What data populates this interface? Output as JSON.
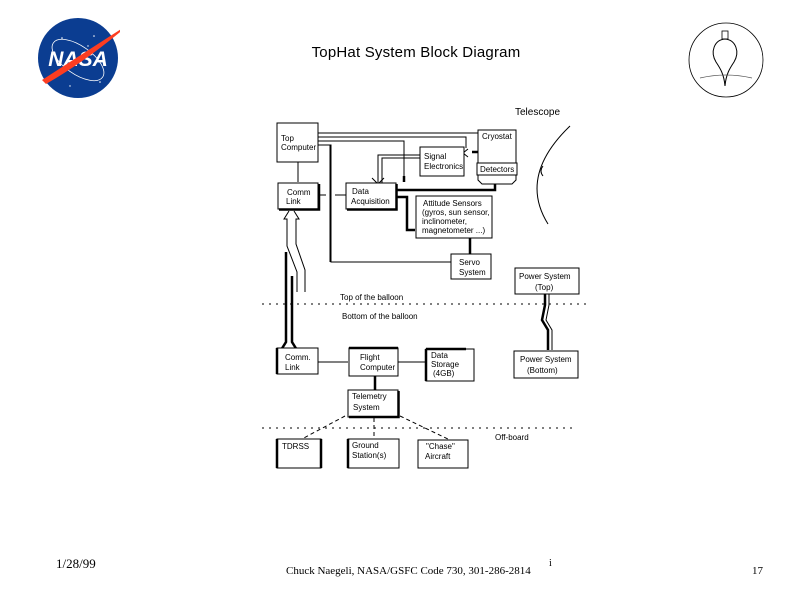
{
  "slide": {
    "title": "TopHat System Block Diagram"
  },
  "logos": {
    "left": {
      "name": "NASA",
      "text": "NASA",
      "colors": {
        "circle": "#0b3d91",
        "swoosh": "#fc3d21",
        "text": "#ffffff"
      }
    },
    "right": {
      "name": "TopHat balloon emblem"
    }
  },
  "diagram": {
    "telescope_label": "Telescope",
    "blocks": {
      "top_computer": [
        "Top",
        "Computer"
      ],
      "comm_link_top": [
        "Comm",
        "Link"
      ],
      "data_acquisition": [
        "Data",
        "Acquisition"
      ],
      "cryostat": [
        "Cryostat"
      ],
      "signal_electronics": [
        "Signal",
        "Electronics"
      ],
      "detectors": [
        "Detectors"
      ],
      "attitude_sensors": [
        "Attitude Sensors",
        "(gyros, sun sensor,",
        "inclinometer,",
        "magnetometer ...)"
      ],
      "servo_system": [
        "Servo",
        "System"
      ],
      "power_system_top": [
        "Power System",
        "(Top)"
      ],
      "comm_link_bottom": [
        "Comm.",
        "Link"
      ],
      "flight_computer": [
        "Flight",
        "Computer"
      ],
      "data_storage": [
        "Data",
        "Storage",
        "(4GB)"
      ],
      "power_system_bottom": [
        "Power System",
        "(Bottom)"
      ],
      "telemetry_system": [
        "Telemetry",
        "System"
      ],
      "tdrss": [
        "TDRSS"
      ],
      "ground_stations": [
        "Ground",
        "Station(s)"
      ],
      "chase_aircraft": [
        "\"Chase\"",
        "Aircraft"
      ]
    },
    "separators": {
      "top_of_balloon": "Top of the balloon",
      "bottom_of_balloon": "Bottom of the balloon",
      "off_board": "Off-board"
    }
  },
  "footer": {
    "date": "1/28/99",
    "author": "Chuck Naegeli, NASA/GSFC Code 730, 301-286-2814",
    "marker": "i",
    "page": "17"
  }
}
